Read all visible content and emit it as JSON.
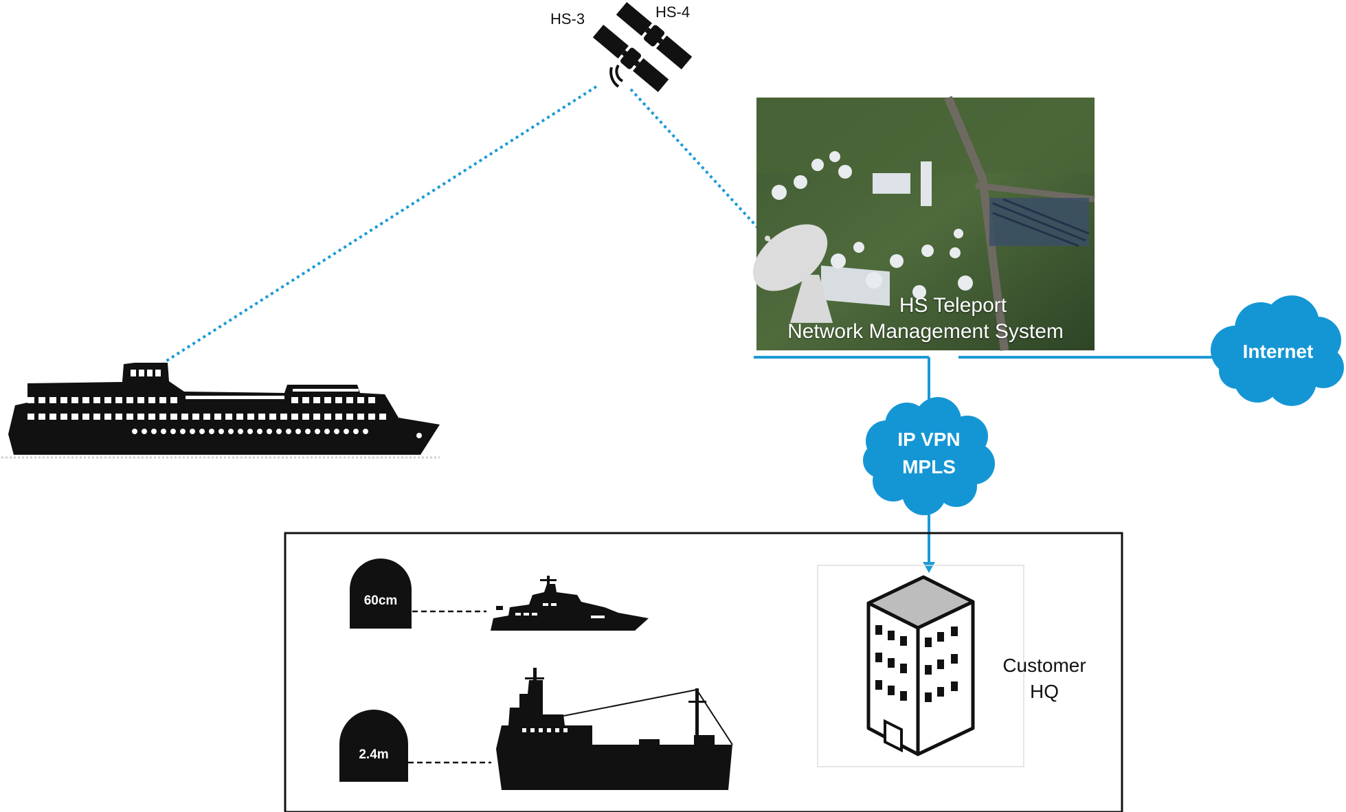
{
  "satellites": [
    {
      "label": "HS-3"
    },
    {
      "label": "HS-4"
    }
  ],
  "teleport": {
    "line1": "HS Teleport",
    "line2": "Network Management System"
  },
  "clouds": {
    "internet": "Internet",
    "vpn_line1": "IP VPN",
    "vpn_line2": "MPLS"
  },
  "terminals": [
    {
      "label": "60cm"
    },
    {
      "label": "2.4m"
    }
  ],
  "hq": {
    "line1": "Customer",
    "line2": "HQ"
  },
  "colors": {
    "link_blue": "#1a9ad6",
    "cloud_blue": "#1596d4",
    "silhouette": "#111111",
    "building_roof": "#bdbdbd"
  }
}
